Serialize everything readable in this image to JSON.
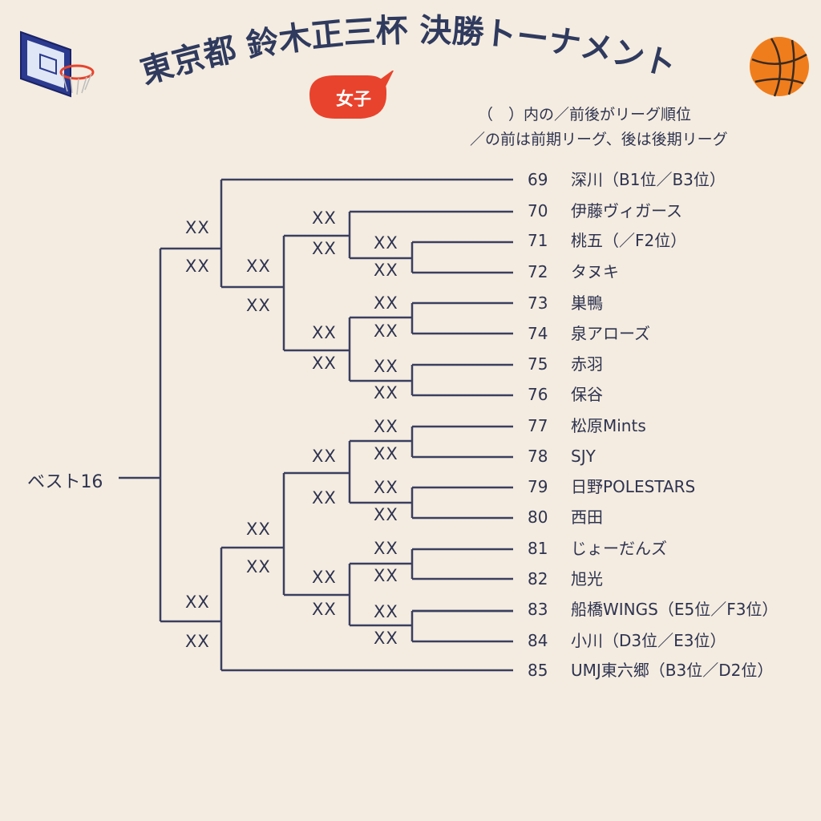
{
  "title": "東京都 鈴木正三杯 決勝トーナメント",
  "badge": "女子",
  "notes": [
    "（　）内の／前後がリーグ順位",
    "／の前は前期リーグ、後は後期リーグ"
  ],
  "root_label": "ベスト16",
  "score_placeholder": "XX",
  "teams": [
    {
      "num": "69",
      "name": "深川（B1位／B3位）"
    },
    {
      "num": "70",
      "name": "伊藤ヴィガース"
    },
    {
      "num": "71",
      "name": "桃五（／F2位）"
    },
    {
      "num": "72",
      "name": "タヌキ"
    },
    {
      "num": "73",
      "name": "巣鴨"
    },
    {
      "num": "74",
      "name": "泉アローズ"
    },
    {
      "num": "75",
      "name": "赤羽"
    },
    {
      "num": "76",
      "name": "保谷"
    },
    {
      "num": "77",
      "name": "松原Mints"
    },
    {
      "num": "78",
      "name": "SJY"
    },
    {
      "num": "79",
      "name": "日野POLESTARS"
    },
    {
      "num": "80",
      "name": "西田"
    },
    {
      "num": "81",
      "name": "じょーだんズ"
    },
    {
      "num": "82",
      "name": "旭光"
    },
    {
      "num": "83",
      "name": "船橋WINGS（E5位／F3位）"
    },
    {
      "num": "84",
      "name": "小川（D3位／E3位）"
    },
    {
      "num": "85",
      "name": "UMJ東六郷（B3位／D2位）"
    }
  ],
  "colors": {
    "background": "#f4ece0",
    "text": "#2e3350",
    "badge": "#e8432d",
    "ball": "#f07d1c"
  },
  "icons": [
    "basketball-hoop-icon",
    "basketball-icon",
    "speech-bubble-icon"
  ]
}
